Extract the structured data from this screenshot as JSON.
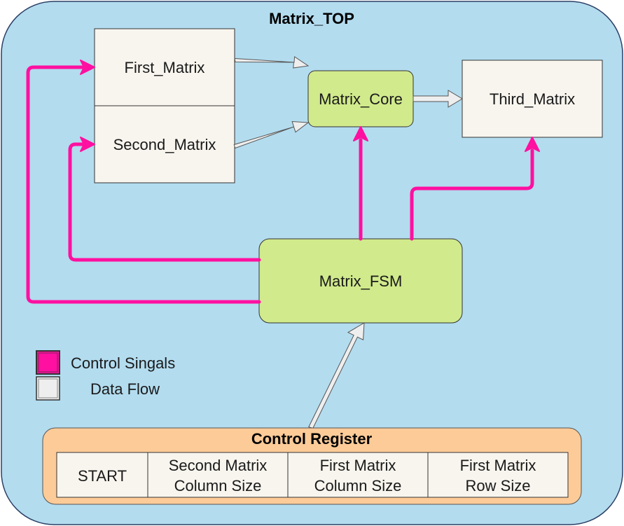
{
  "title": "Matrix_TOP",
  "blocks": {
    "first_matrix": "First_Matrix",
    "second_matrix": "Second_Matrix",
    "matrix_core": "Matrix_Core",
    "third_matrix": "Third_Matrix",
    "matrix_fsm": "Matrix_FSM"
  },
  "legend": {
    "control": "Control Singals",
    "data": "Data Flow"
  },
  "control_register": {
    "title": "Control Register",
    "fields": [
      {
        "line1": "START",
        "line2": ""
      },
      {
        "line1": "Second Matrix",
        "line2": "Column Size"
      },
      {
        "line1": "First Matrix",
        "line2": "Column Size"
      },
      {
        "line1": "First Matrix",
        "line2": "Row Size"
      }
    ]
  },
  "colors": {
    "background": "#b3dcef",
    "memory_fill": "#f8f5ee",
    "logic_fill": "#d1ea8c",
    "register_fill": "#fdcb98",
    "control_signal": "#ff10a0",
    "data_flow": "#eeeeee"
  }
}
